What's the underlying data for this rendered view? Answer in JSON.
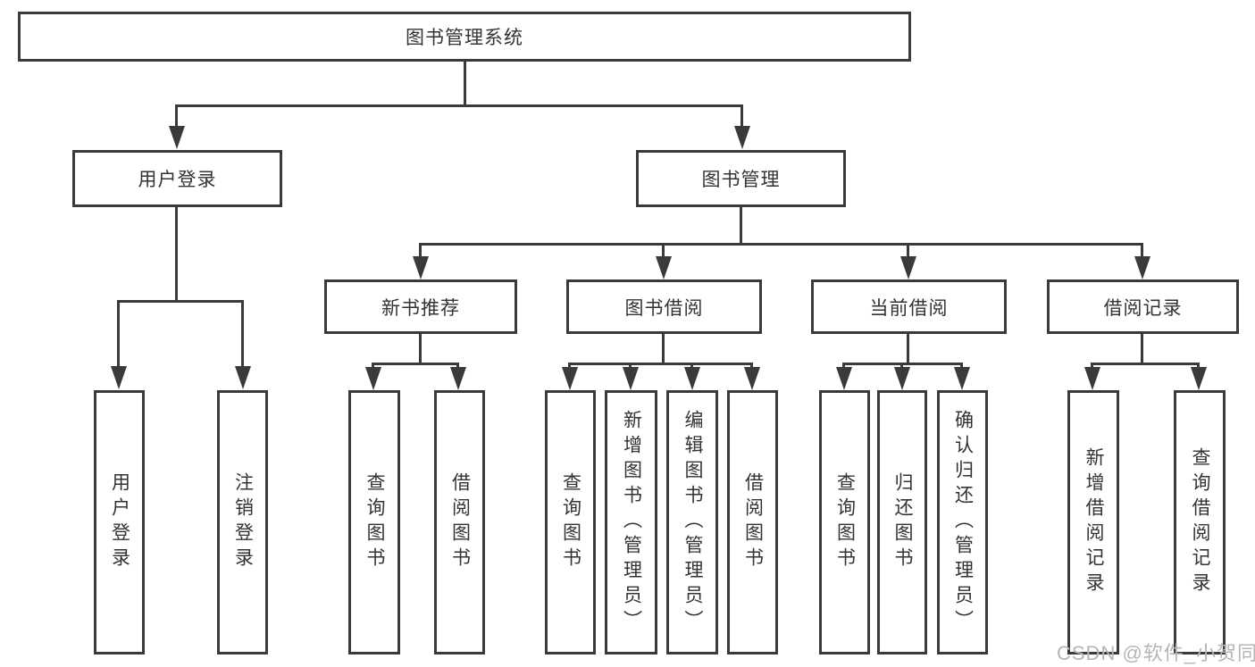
{
  "diagram": {
    "title": "图书管理系统",
    "login": {
      "label": "用户登录",
      "children": [
        "用户登录",
        "注销登录"
      ]
    },
    "management": {
      "label": "图书管理",
      "modules": [
        {
          "label": "新书推荐",
          "children": [
            "查询图书",
            "借阅图书"
          ]
        },
        {
          "label": "图书借阅",
          "children": [
            "查询图书",
            "新增图书（管理员）",
            "编辑图书（管理员）",
            "借阅图书"
          ]
        },
        {
          "label": "当前借阅",
          "children": [
            "查询图书",
            "归还图书",
            "确认归还（管理员）"
          ]
        },
        {
          "label": "借阅记录",
          "children": [
            "新增借阅记录",
            "查询借阅记录"
          ]
        }
      ]
    }
  },
  "watermark": "CSDN @软件_小贺同学",
  "colors": {
    "line": "#3a3a3a",
    "text": "#333333",
    "watermark": "#b5b5b5",
    "background": "#ffffff"
  }
}
